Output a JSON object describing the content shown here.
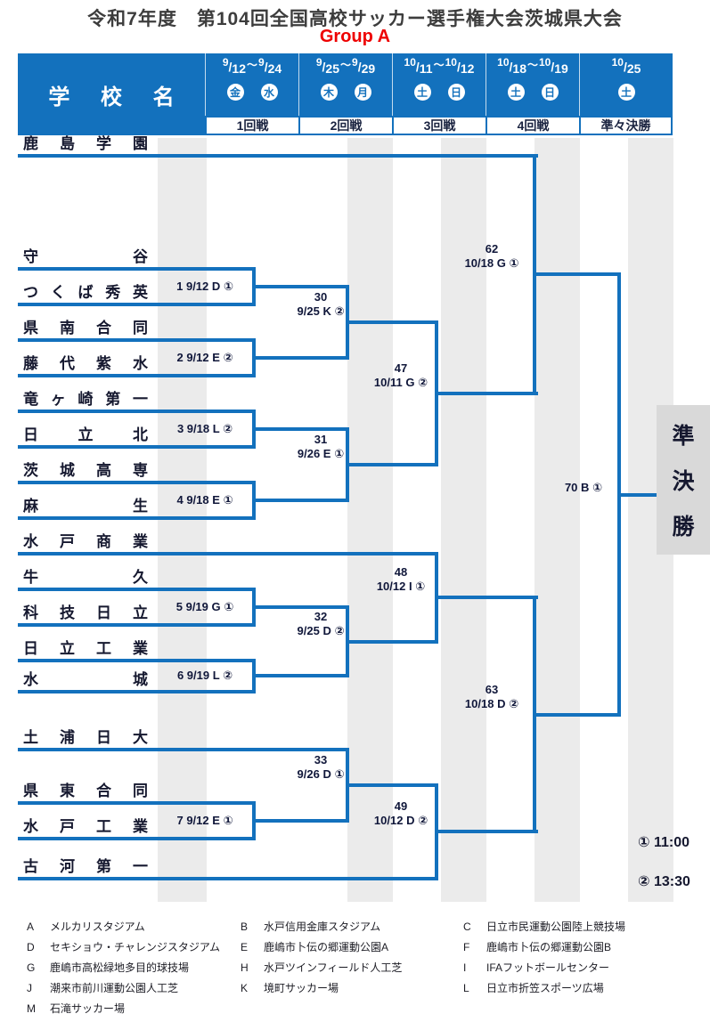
{
  "title": "令和7年度　第104回全国高校サッカー選手権大会茨城県大会",
  "group_label": "Group A",
  "header": {
    "school_col_label": "学 校 名",
    "columns": [
      {
        "round": "1回戦",
        "d1m": "9",
        "d1d": "12",
        "w1": "金",
        "tilde": "～",
        "d2m": "9",
        "d2d": "24",
        "w2": "水"
      },
      {
        "round": "2回戦",
        "d1m": "9",
        "d1d": "25",
        "w1": "木",
        "tilde": "～",
        "d2m": "9",
        "d2d": "29",
        "w2": "月"
      },
      {
        "round": "3回戦",
        "d1m": "10",
        "d1d": "11",
        "w1": "土",
        "tilde": "～",
        "d2m": "10",
        "d2d": "12",
        "w2": "日"
      },
      {
        "round": "4回戦",
        "d1m": "10",
        "d1d": "18",
        "w1": "土",
        "tilde": "～",
        "d2m": "10",
        "d2d": "19",
        "w2": "日"
      },
      {
        "round": "準々決勝",
        "d1m": "10",
        "d1d": "25",
        "w1": "土"
      }
    ]
  },
  "teams": [
    "鹿島学園",
    "守谷",
    "つくば秀英",
    "県南合同",
    "藤代紫水",
    "竜ヶ崎第一",
    "日立北",
    "茨城高専",
    "麻生",
    "水戸商業",
    "牛久",
    "科技日立",
    "日立工業",
    "水城",
    "土浦日大",
    "県東合同",
    "水戸工業",
    "古河第一"
  ],
  "matches": [
    {
      "no": "1",
      "info": "9/12 D ①"
    },
    {
      "no": "2",
      "info": "9/12 E ②"
    },
    {
      "no": "3",
      "info": "9/18 L ②"
    },
    {
      "no": "4",
      "info": "9/18 E ①"
    },
    {
      "no": "5",
      "info": "9/19 G ①"
    },
    {
      "no": "6",
      "info": "9/19 L ②"
    },
    {
      "no": "7",
      "info": "9/12 E ①"
    },
    {
      "no": "30",
      "info": "9/25 K ②"
    },
    {
      "no": "31",
      "info": "9/26 E ①"
    },
    {
      "no": "32",
      "info": "9/25 D ②"
    },
    {
      "no": "33",
      "info": "9/26 D ①"
    },
    {
      "no": "47",
      "info": "10/11 G ②"
    },
    {
      "no": "48",
      "info": "10/12 I ①"
    },
    {
      "no": "49",
      "info": "10/12 D ②"
    },
    {
      "no": "62",
      "info": "10/18 G ①"
    },
    {
      "no": "63",
      "info": "10/18 D ②"
    },
    {
      "no": "70",
      "info": "B ①"
    }
  ],
  "semifinal": {
    "chars": [
      "準",
      "決",
      "勝"
    ]
  },
  "kickoff_times": [
    {
      "mark": "①",
      "time": "11:00"
    },
    {
      "mark": "②",
      "time": "13:30"
    }
  ],
  "venues": [
    {
      "code": "A",
      "name": "メルカリスタジアム"
    },
    {
      "code": "B",
      "name": "水戸信用金庫スタジアム"
    },
    {
      "code": "C",
      "name": "日立市民運動公園陸上競技場"
    },
    {
      "code": "D",
      "name": "セキショウ・チャレンジスタジアム"
    },
    {
      "code": "E",
      "name": "鹿嶋市卜伝の郷運動公園A"
    },
    {
      "code": "F",
      "name": "鹿嶋市卜伝の郷運動公園B"
    },
    {
      "code": "G",
      "name": "鹿嶋市高松緑地多目的球技場"
    },
    {
      "code": "H",
      "name": "水戸ツインフィールド人工芝"
    },
    {
      "code": "I",
      "name": "IFAフットボールセンター"
    },
    {
      "code": "J",
      "name": "潮来市前川運動公園人工芝"
    },
    {
      "code": "K",
      "name": "境町サッカー場"
    },
    {
      "code": "L",
      "name": "日立市折笠スポーツ広場"
    },
    {
      "code": "M",
      "name": "石滝サッカー場"
    }
  ],
  "colors": {
    "brand_blue": "#1371bd",
    "accent_red": "#ee0000",
    "stripe_gray": "#ebebeb",
    "semifinal_gray": "#d9d9d9"
  }
}
